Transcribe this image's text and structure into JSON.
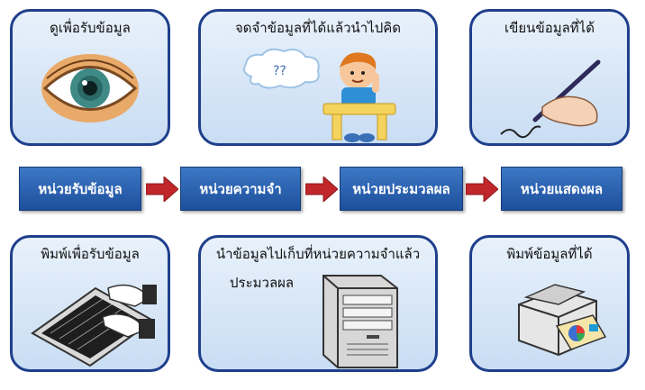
{
  "top_row": [
    {
      "label": "ดูเพื่อรับข้อมูล",
      "icon": "eye-icon"
    },
    {
      "label": "จดจำข้อมูลที่ได้แล้วนำไปคิด",
      "icon": "thinking-child-icon",
      "bubble": "??"
    },
    {
      "label": "เขียนข้อมูลที่ได้",
      "icon": "writing-hand-icon"
    }
  ],
  "units": [
    {
      "label": "หน่วยรับข้อมูล"
    },
    {
      "label": "หน่วยความจำ"
    },
    {
      "label": "หน่วยประมวลผล"
    },
    {
      "label": "หน่วยแสดงผล"
    }
  ],
  "bottom_row": [
    {
      "label": "พิมพ์เพื่อรับข้อมูล",
      "icon": "keyboard-typing-icon"
    },
    {
      "label_line1": "นำข้อมูลไปเก็บที่หน่วยความจำแล้ว",
      "label_line2": "ประมวลผล",
      "icon": "computer-tower-icon"
    },
    {
      "label": "พิมพ์ข้อมูลที่ได้",
      "icon": "printer-icon"
    }
  ],
  "colors": {
    "unit_box": "#2a5fae",
    "arrow": "#c0262a",
    "card_border": "#1f3f8c"
  }
}
